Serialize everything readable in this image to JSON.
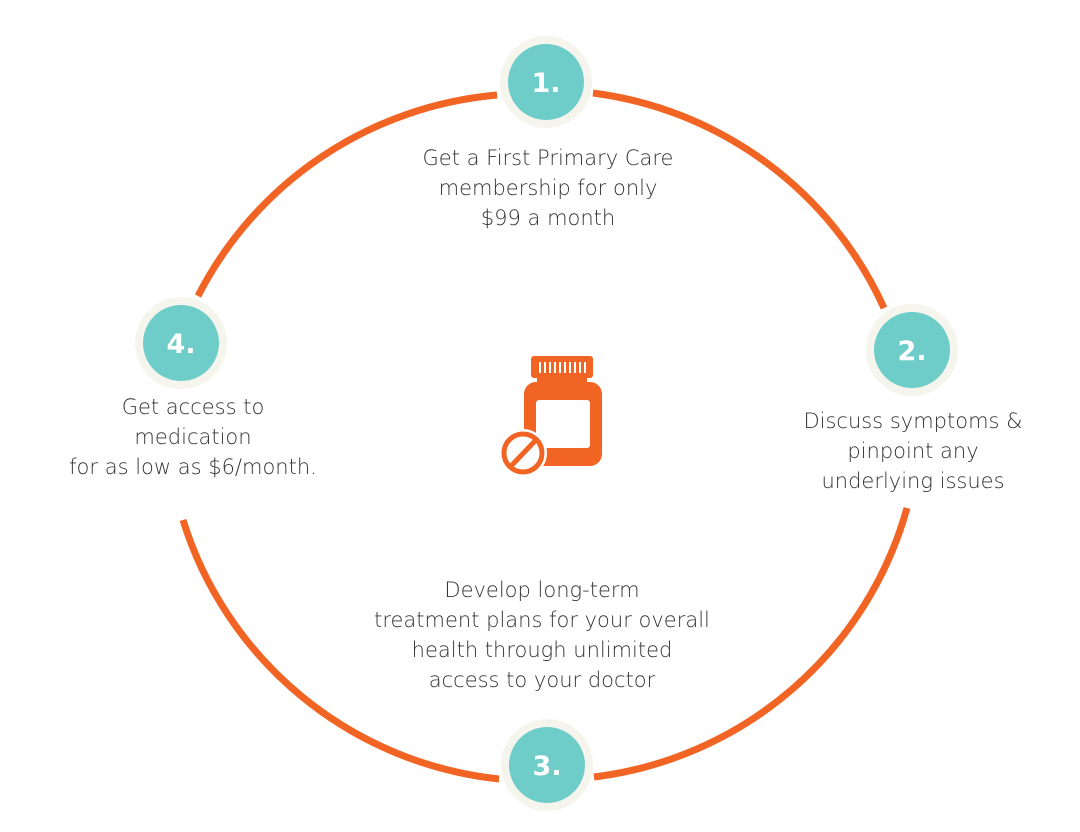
{
  "colors": {
    "ring": "#F26424",
    "badge": "#6FCDC9",
    "badge_halo": "#F5F5ED",
    "icon": "#F26424",
    "text": "#333333"
  },
  "steps": [
    {
      "badge": "1.",
      "lines": [
        "Get a First Primary Care",
        "membership for only",
        "$99 a month"
      ]
    },
    {
      "badge": "2.",
      "lines": [
        "Discuss symptoms &",
        "pinpoint any",
        "underlying issues"
      ]
    },
    {
      "badge": "3.",
      "lines": [
        "Develop long-term",
        "treatment plans for your overall",
        "health through unlimited",
        "access to your doctor"
      ]
    },
    {
      "badge": "4.",
      "lines": [
        "Get access to",
        "medication",
        "for as low as $6/month."
      ]
    }
  ],
  "center_icon": "pill-bottle-icon"
}
